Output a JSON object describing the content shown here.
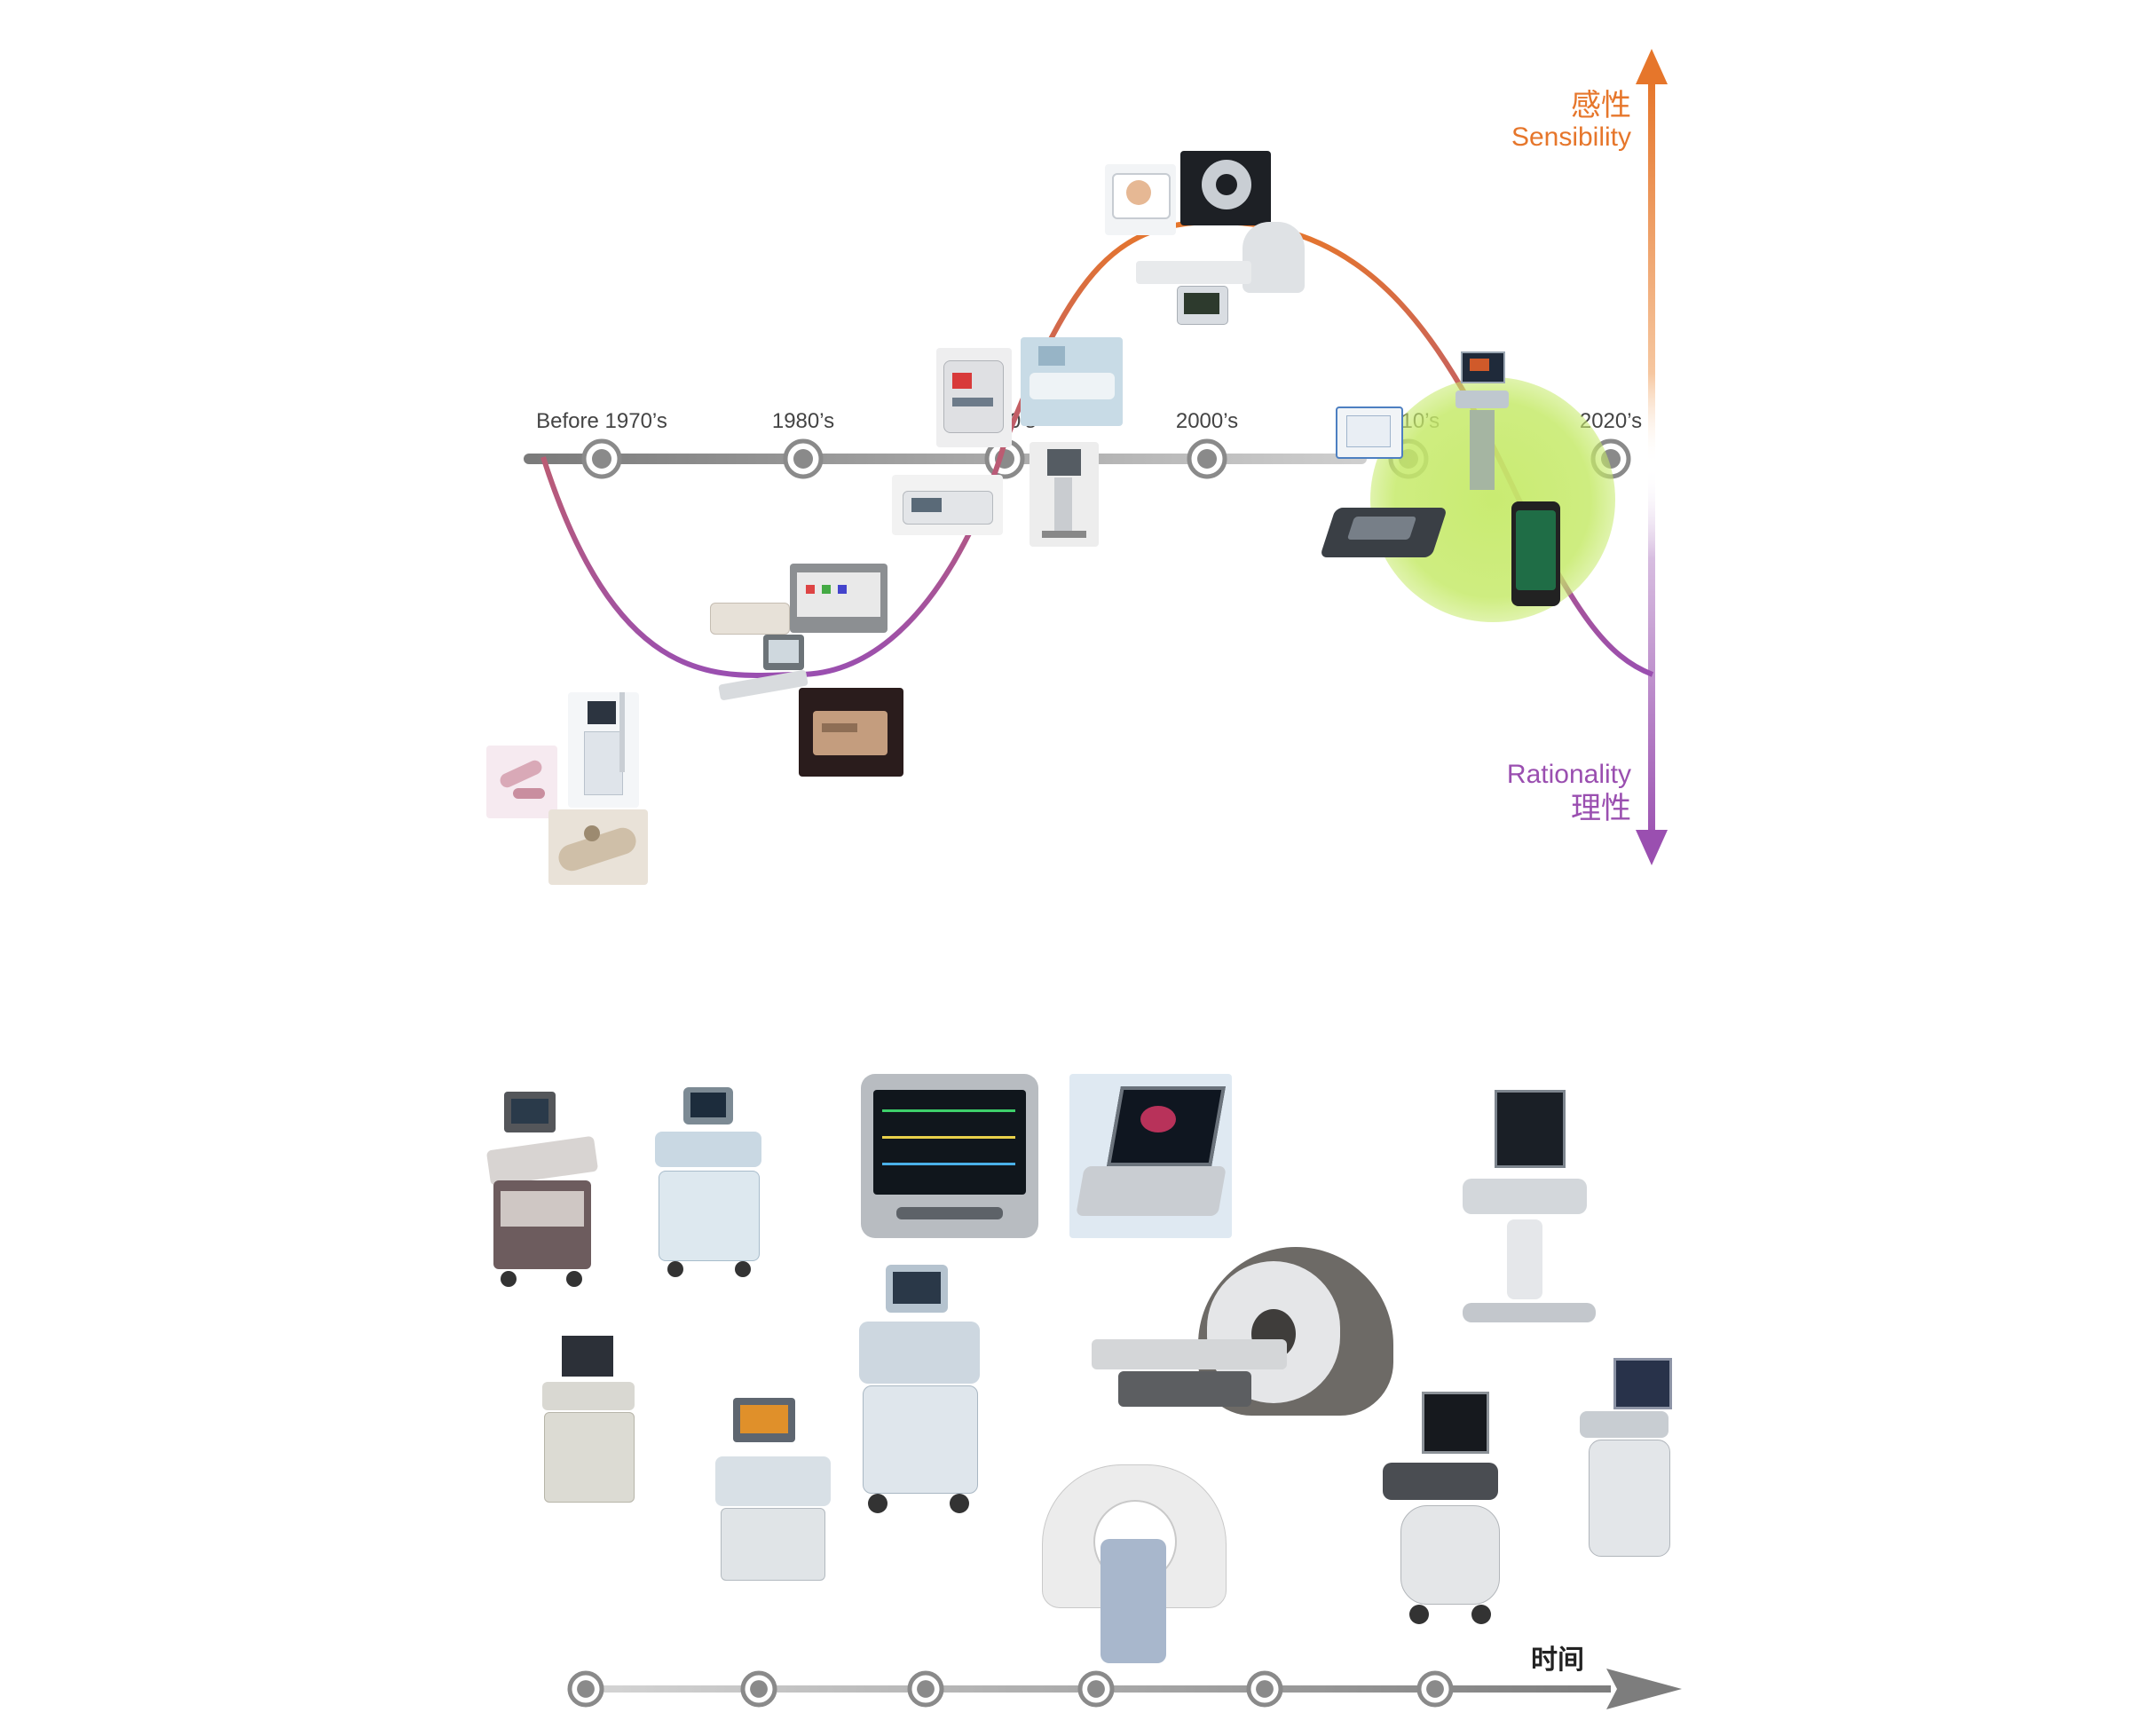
{
  "upper_timeline": {
    "decades": [
      "Before 1970’s",
      "1980’s",
      "1990’s",
      "2000’s",
      "2010’s",
      "2020’s"
    ]
  },
  "axis": {
    "top_label_cn": "感性",
    "top_label_en": "Sensibility",
    "bottom_label_en": "Rationality",
    "bottom_label_cn": "理性",
    "top_color": "#e6762b",
    "bottom_color": "#9a4fb0"
  },
  "highlight_color": "#c6ea6a",
  "lower_timeline": {
    "arrow_label": "时间",
    "node_count": 6
  },
  "device_images": {
    "upper": [
      "dental-chair-icon",
      "ultrasound-cart-icon",
      "surgical-tools-icon",
      "printer-device-icon",
      "control-panel-icon",
      "monitor-stand-icon",
      "wooden-box-icon",
      "infusion-pump-icon",
      "hospital-room-icon",
      "ecg-recorder-icon",
      "portable-cart-icon",
      "telemedicine-screen-icon",
      "ct-scanner-icon",
      "mri-room-icon",
      "patient-monitor-icon",
      "tablet-monitor-icon",
      "touch-device-icon",
      "ultrasound-cart-icon",
      "smartphone-app-icon"
    ],
    "lower": [
      "ultrasound-machine-icon",
      "ultrasound-machine-icon",
      "patient-monitor-icon",
      "laptop-ultrasound-icon",
      "ultrasound-machine-icon",
      "ultrasound-machine-icon",
      "ultrasound-machine-icon",
      "mri-scanner-icon",
      "ultrasound-machine-icon",
      "ct-scanner-icon",
      "ultrasound-machine-icon",
      "ultrasound-machine-icon"
    ]
  }
}
